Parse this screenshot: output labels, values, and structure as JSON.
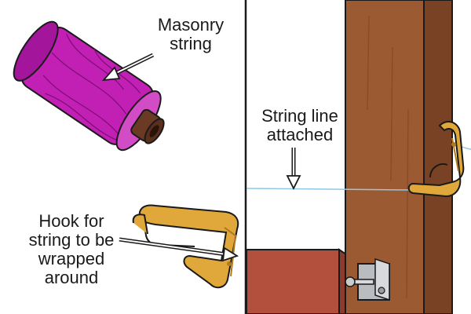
{
  "labels": {
    "masonry_string": [
      "Masonry",
      "string"
    ],
    "string_line": [
      "String line",
      "attached"
    ],
    "hook": [
      "Hook for",
      "string to be",
      "wrapped",
      "around"
    ]
  },
  "colors": {
    "string_spool": "#c21fb4",
    "spool_core": "#5a2f1e",
    "hook": "#e0a83a",
    "post": "#9b5a32",
    "post_dark": "#7a4224",
    "block": "#b3503d",
    "bracket": "#b9bcc0",
    "string_line": "#8fc8e8",
    "outline": "#1a1a1a"
  },
  "icons": {
    "spool": "string-spool-icon",
    "hook": "line-hook-icon",
    "post": "wooden-post-icon",
    "arrow": "arrow-pointer-icon"
  }
}
